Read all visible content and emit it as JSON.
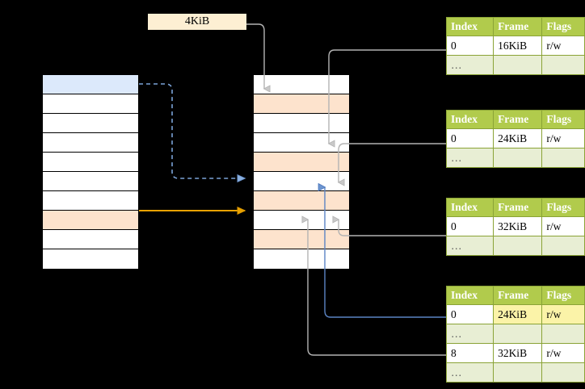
{
  "diagram": {
    "title_label": "4KiB",
    "left_column": {
      "name": "virtual-address-space",
      "row_count": 10,
      "rows": [
        {
          "fill": "blue",
          "label": ""
        },
        {
          "fill": "white",
          "label": ""
        },
        {
          "fill": "white",
          "label": ""
        },
        {
          "fill": "white",
          "label": ""
        },
        {
          "fill": "white",
          "label": ""
        },
        {
          "fill": "white",
          "label": ""
        },
        {
          "fill": "white",
          "label": ""
        },
        {
          "fill": "peach",
          "label": ""
        },
        {
          "fill": "white",
          "label": ""
        },
        {
          "fill": "white",
          "label": ""
        }
      ]
    },
    "middle_column": {
      "name": "physical-memory",
      "row_count": 10,
      "rows": [
        {
          "fill": "white",
          "label": ""
        },
        {
          "fill": "peach",
          "label": ""
        },
        {
          "fill": "white",
          "label": ""
        },
        {
          "fill": "white",
          "label": ""
        },
        {
          "fill": "peach",
          "label": ""
        },
        {
          "fill": "white",
          "label": ""
        },
        {
          "fill": "peach",
          "label": ""
        },
        {
          "fill": "white",
          "label": ""
        },
        {
          "fill": "peach",
          "label": ""
        },
        {
          "fill": "white",
          "label": ""
        }
      ]
    },
    "tables": [
      {
        "name": "page-table-level-1",
        "headers": [
          "Index",
          "Frame",
          "Flags"
        ],
        "rows": [
          {
            "cells": [
              "0",
              "16KiB",
              "r/w"
            ],
            "style": "normal",
            "highlight": []
          },
          {
            "cells": [
              "…",
              "",
              ""
            ],
            "style": "alt",
            "highlight": []
          }
        ]
      },
      {
        "name": "page-table-level-2",
        "headers": [
          "Index",
          "Frame",
          "Flags"
        ],
        "rows": [
          {
            "cells": [
              "0",
              "24KiB",
              "r/w"
            ],
            "style": "normal",
            "highlight": []
          },
          {
            "cells": [
              "…",
              "",
              ""
            ],
            "style": "alt",
            "highlight": []
          }
        ]
      },
      {
        "name": "page-table-level-3",
        "headers": [
          "Index",
          "Frame",
          "Flags"
        ],
        "rows": [
          {
            "cells": [
              "0",
              "32KiB",
              "r/w"
            ],
            "style": "normal",
            "highlight": []
          },
          {
            "cells": [
              "…",
              "",
              ""
            ],
            "style": "alt",
            "highlight": []
          }
        ]
      },
      {
        "name": "page-table-level-4",
        "headers": [
          "Index",
          "Frame",
          "Flags"
        ],
        "rows": [
          {
            "cells": [
              "0",
              "24KiB",
              "r/w"
            ],
            "style": "normal",
            "highlight": [
              1,
              2
            ]
          },
          {
            "cells": [
              "…",
              "",
              ""
            ],
            "style": "alt",
            "highlight": []
          },
          {
            "cells": [
              "8",
              "32KiB",
              "r/w"
            ],
            "style": "normal",
            "highlight": []
          },
          {
            "cells": [
              "…",
              "",
              ""
            ],
            "style": "alt",
            "highlight": []
          }
        ]
      }
    ],
    "colors": {
      "header_green": "#b1cb4c",
      "alt_row": "#e8eed4",
      "highlight_yellow": "#fbf3a8",
      "peach": "#fde3cd",
      "blue_fill": "#dce9fb",
      "blue_arrow": "#5b84c4",
      "orange_arrow": "#e8a202",
      "gray_wire": "#b3b3b3",
      "label_cream": "#fdefd3"
    }
  }
}
